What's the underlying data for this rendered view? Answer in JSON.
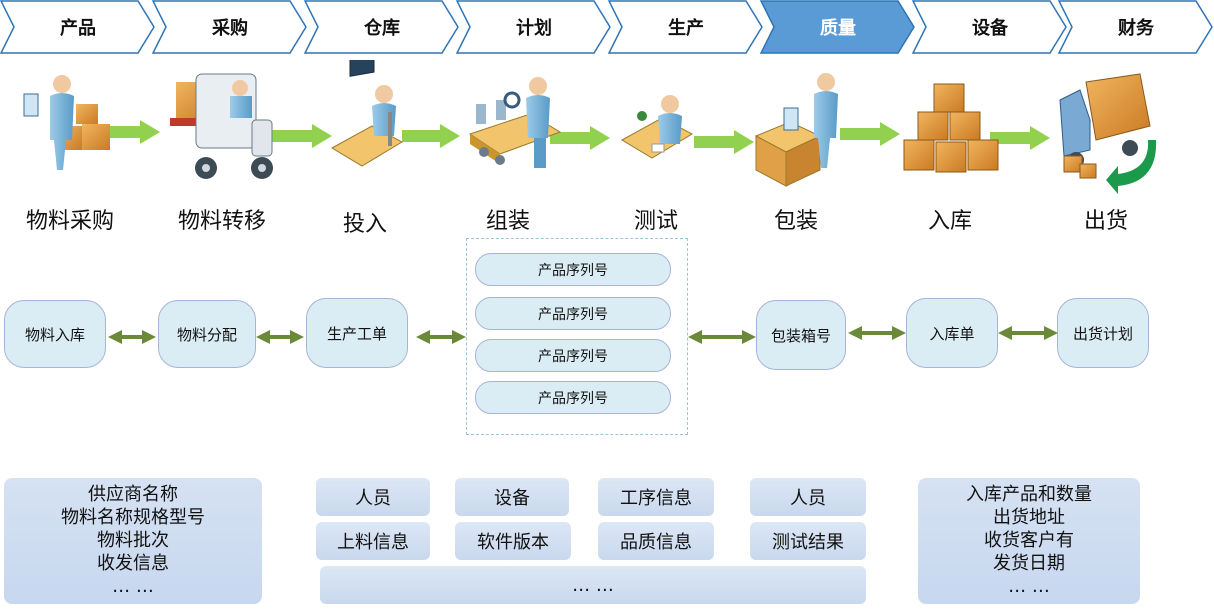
{
  "tabs": [
    {
      "label": "产品",
      "active": false
    },
    {
      "label": "采购",
      "active": false
    },
    {
      "label": "仓库",
      "active": false
    },
    {
      "label": "计划",
      "active": false
    },
    {
      "label": "生产",
      "active": false
    },
    {
      "label": "质量",
      "active": true
    },
    {
      "label": "设备",
      "active": false
    },
    {
      "label": "财务",
      "active": false
    }
  ],
  "steps": [
    {
      "label": "物料采购",
      "icon": "purchasing-worker-icon"
    },
    {
      "label": "物料转移",
      "icon": "forklift-icon"
    },
    {
      "label": "投入",
      "icon": "computer-operator-icon"
    },
    {
      "label": "组装",
      "icon": "assembly-line-icon"
    },
    {
      "label": "测试",
      "icon": "testing-station-icon"
    },
    {
      "label": "包装",
      "icon": "packaging-worker-icon"
    },
    {
      "label": "入库",
      "icon": "box-stack-icon"
    },
    {
      "label": "出货",
      "icon": "delivery-truck-icon"
    }
  ],
  "records": {
    "n1": "物料入库",
    "n2": "物料分配",
    "n3": "生产工单",
    "serials": [
      "产品序列号",
      "产品序列号",
      "产品序列号",
      "产品序列号"
    ],
    "n4": "包装箱号",
    "n5": "入库单",
    "n6": "出货计划"
  },
  "panels": {
    "left": [
      "供应商名称",
      "物料名称规格型号",
      "物料批次",
      "收发信息",
      "…  …"
    ],
    "chips": [
      "人员",
      "设备",
      "工序信息",
      "人员",
      "上料信息",
      "软件版本",
      "品质信息",
      "测试结果"
    ],
    "wide": "… …",
    "right": [
      "入库产品和数量",
      "出货地址",
      "收货客户有",
      "发货日期",
      "… …"
    ]
  },
  "colors": {
    "tab_fill": "#ffffff",
    "tab_border": "#2e74b5",
    "tab_active": "#5b9bd5",
    "flow_arrow": "#92d050",
    "link_arrow": "#6a8a3a",
    "node_fill": "#dbedf4"
  }
}
